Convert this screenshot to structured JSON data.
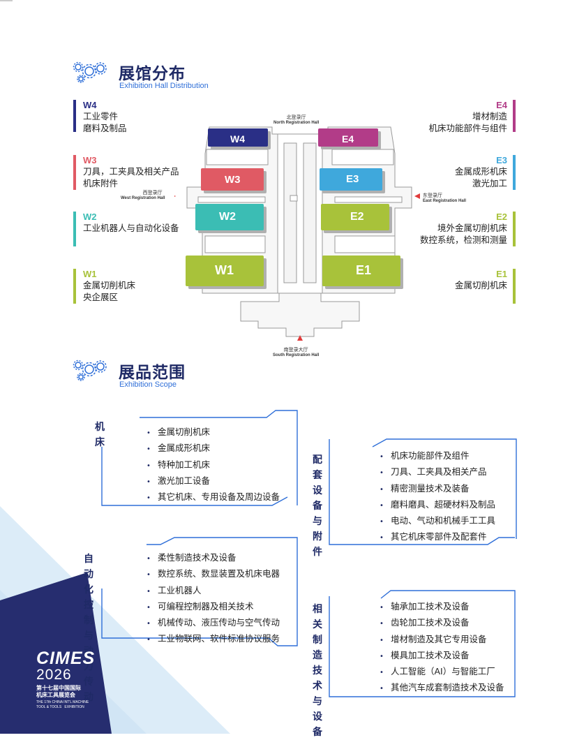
{
  "header_rule": "",
  "halls_section": {
    "title": "展馆分布",
    "subtitle": "Exhibition Hall Distribution",
    "left": [
      {
        "code": "W4",
        "color": "#2a2f86",
        "lines": [
          "工业零件",
          "磨料及制品"
        ]
      },
      {
        "code": "W3",
        "color": "#e05a64",
        "lines": [
          "刀具，工夹具及相关产品",
          "机床附件"
        ]
      },
      {
        "code": "W2",
        "color": "#3bbdb4",
        "lines": [
          "工业机器人与自动化设备"
        ]
      },
      {
        "code": "W1",
        "color": "#a8c23a",
        "lines": [
          "金属切削机床",
          "央企展区"
        ]
      }
    ],
    "right": [
      {
        "code": "E4",
        "color": "#b23c88",
        "lines": [
          "增材制造",
          "机床功能部件与组件"
        ]
      },
      {
        "code": "E3",
        "color": "#3fa8dc",
        "lines": [
          "金属成形机床",
          "激光加工"
        ]
      },
      {
        "code": "E2",
        "color": "#a8c23a",
        "lines": [
          "境外金属切削机床",
          "数控系统，检测和测量"
        ]
      },
      {
        "code": "E1",
        "color": "#a8c23a",
        "lines": [
          "金属切削机床"
        ]
      }
    ],
    "map": {
      "north_cn": "北登录厅",
      "north_en": "North Registration Hall",
      "west_cn": "西登录厅",
      "west_en": "West Registration Hall",
      "east_cn": "东登录厅",
      "east_en": "East Registration Hall",
      "south_cn": "南登录大厅",
      "south_en": "South Registration Hall",
      "blocks": {
        "W4": "W4",
        "W3": "W3",
        "W2": "W2",
        "W1": "W1",
        "E4": "E4",
        "E3": "E3",
        "E2": "E2",
        "E1": "E1"
      }
    }
  },
  "scope_section": {
    "title": "展品范围",
    "subtitle": "Exhibition Scope",
    "groups": [
      {
        "title": [
          "机床"
        ],
        "items": [
          "金属切削机床",
          "金属成形机床",
          "特种加工机床",
          "激光加工设备",
          "其它机床、专用设备及周边设备"
        ]
      },
      {
        "title": [
          "配套设备",
          "与附件"
        ],
        "items": [
          "机床功能部件及组件",
          "刀具、工夹具及相关产品",
          "精密测量技术及装备",
          "磨料磨具、超硬材料及制品",
          "电动、气动和机械手工工具",
          "其它机床零部件及配套件"
        ]
      },
      {
        "title": [
          "自动化控制",
          "与动力传动"
        ],
        "items": [
          "柔性制造技术及设备",
          "数控系统、数显装置及机床电器",
          "工业机器人",
          "可编程控制器及相关技术",
          "机械传动、液压传动与空气传动",
          "工业物联网、软件标准协议服务"
        ]
      },
      {
        "title": [
          "相关制造",
          "技术与设备"
        ],
        "items": [
          "轴承加工技术及设备",
          "齿轮加工技术及设备",
          "增材制造及其它专用设备",
          "模具加工技术及设备",
          "人工智能（AI）与智能工厂",
          "其他汽车成套制造技术及设备"
        ]
      }
    ]
  },
  "brand": {
    "logo": "CIMES",
    "year": "2026",
    "cn_line1": "第十七届中国国际",
    "cn_line2": "机床工具展览会",
    "en_line1": "THE 17th CHINA INT'L MACHINE",
    "en_line2": "TOOL & TOOLS   EXHIBITION",
    "colors": {
      "navy": "#262d6f",
      "light_blue": "#d8eaf8"
    }
  }
}
